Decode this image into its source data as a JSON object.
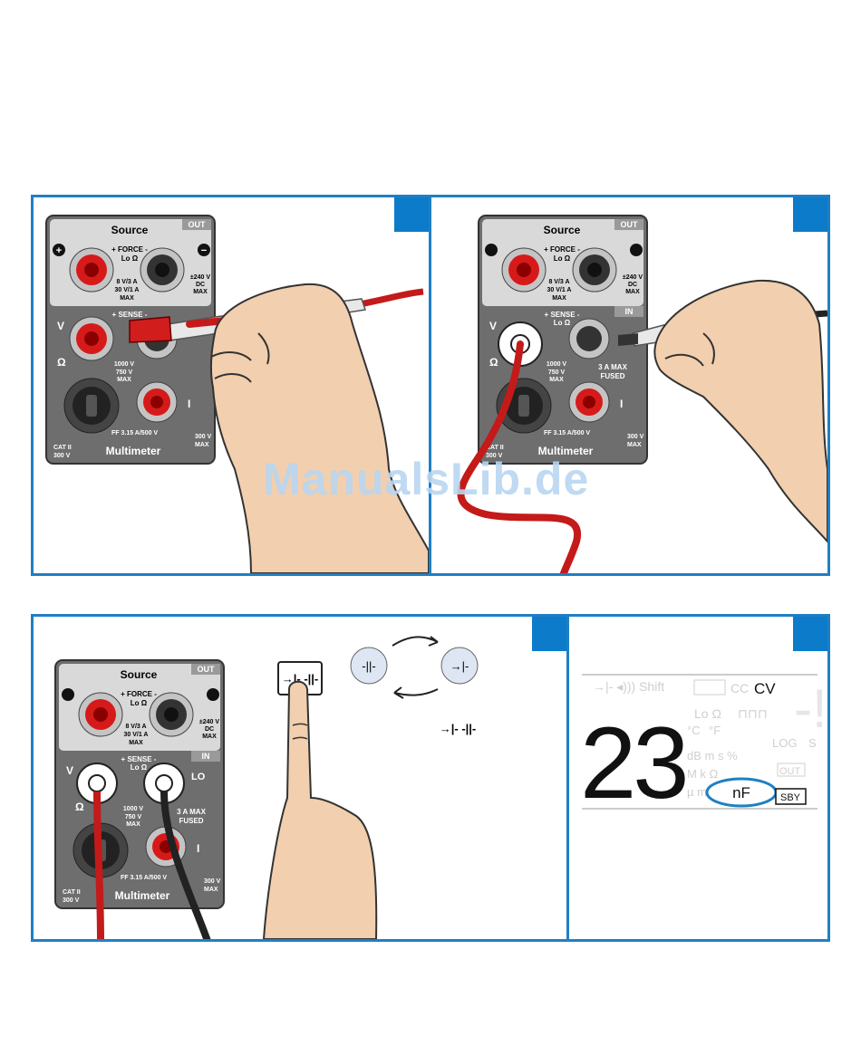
{
  "device": {
    "source_label": "Source",
    "out_label": "OUT",
    "in_label": "IN",
    "force_label": "+ FORCE -",
    "lo_ohm": "Lo Ω",
    "force_rating": "8 V/3 A",
    "force_rating2": "30 V/1 A",
    "max": "MAX",
    "dc_rating": "±240 V",
    "dc": "DC",
    "sense_label": "+ SENSE -",
    "v_label": "V",
    "ohm_label": "Ω",
    "lo_label": "LO",
    "v_rating1": "1000 V",
    "v_rating2": "750 V",
    "a_rating": "3 A MAX",
    "fused": "FUSED",
    "i_label": "I",
    "fuse_label": "FF 3.15 A/500 V",
    "cat_label": "CAT II",
    "cat_voltage": "300 V",
    "ground_rating": "300 V",
    "multimeter_label": "Multimeter"
  },
  "watermark": "ManualsLib.de",
  "lcd": {
    "top_symbols": "→|- ◂))) Shift",
    "cc": "CC",
    "cv": "CV",
    "lo_ohm": "Lo Ω",
    "wave": "⊓⊓⊓",
    "celsius": "°C",
    "fahrenheit": "°F",
    "log": "LOG",
    "s": "S",
    "db_row": "dB m s %",
    "m_row": "M k Ω",
    "mu_row": "µ m",
    "out": "OUT",
    "digits": "23",
    "unit": "nF",
    "sby": "SBY"
  }
}
